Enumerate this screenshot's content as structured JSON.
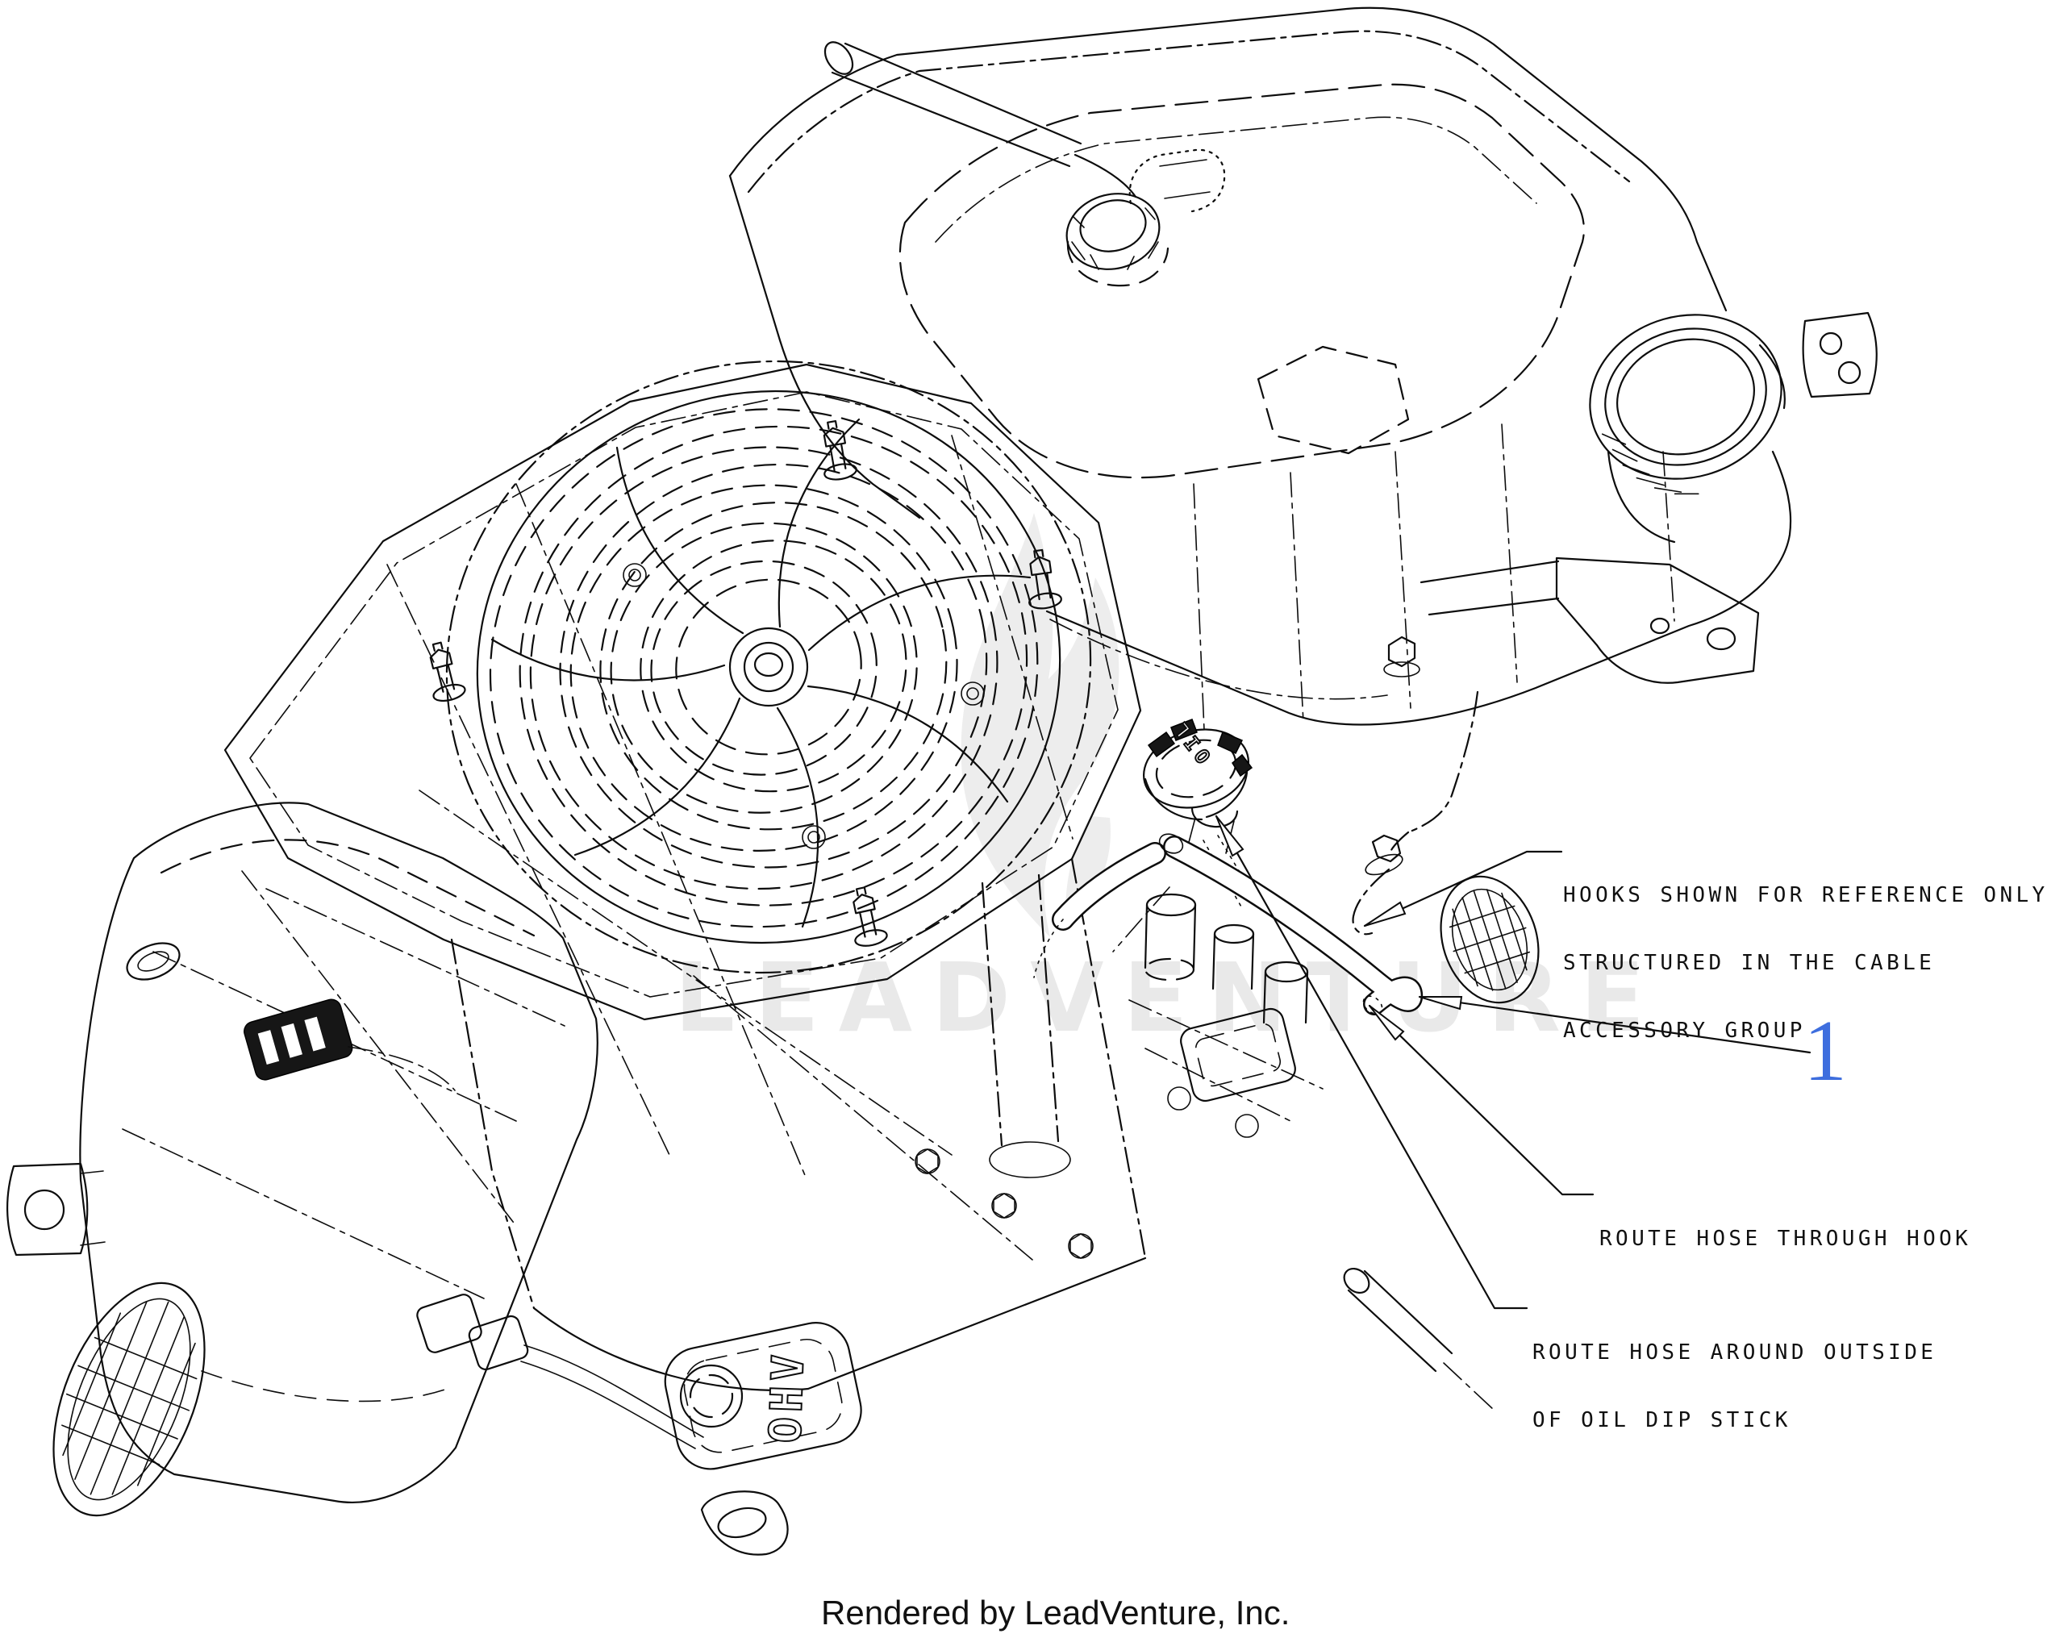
{
  "page": {
    "background": "#ffffff",
    "diagram_kind": "engine-parts-line-drawing"
  },
  "watermark": {
    "text": "LEADVENTURE",
    "text_color": "#e9e9e9",
    "flame_color": "#ededed"
  },
  "callouts": {
    "hooks_note": {
      "lines": [
        "HOOKS SHOWN FOR REFERENCE ONLY",
        "STRUCTURED IN THE CABLE",
        "ACCESSORY GROUP"
      ]
    },
    "route_hook_note": {
      "lines": [
        "ROUTE HOSE THROUGH HOOK"
      ]
    },
    "route_dipstick_note": {
      "lines": [
        "ROUTE HOSE AROUND OUTSIDE",
        "OF OIL DIP STICK"
      ]
    },
    "part_number": {
      "label": "1",
      "color": "#3e6ede"
    }
  },
  "engine_markings": {
    "oil_cap": "OIL",
    "valve_cover": "OHV"
  },
  "footer": {
    "credit": "Rendered by LeadVenture, Inc."
  }
}
